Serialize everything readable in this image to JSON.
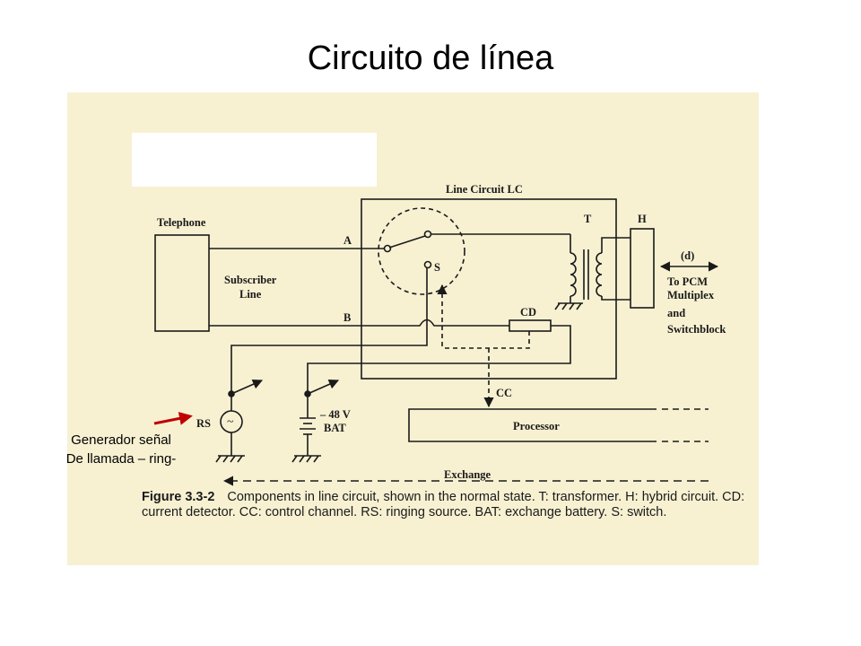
{
  "title": "Circuito de línea",
  "labels": {
    "line_circuit": "Line Circuit LC",
    "telephone": "Telephone",
    "subscriber_line_1": "Subscriber",
    "subscriber_line_2": "Line",
    "wire_a": "A",
    "wire_b": "B",
    "switch_s": "S",
    "transformer_t": "T",
    "hybrid_h": "H",
    "interface_d": "(d)",
    "to_pcm_1": "To PCM",
    "to_pcm_2": "Multiplex",
    "to_pcm_3": "and",
    "to_pcm_4": "Switchblock",
    "current_detector": "CD",
    "control_channel": "CC",
    "processor": "Processor",
    "ringing_source": "RS",
    "ringing_symbol": "~",
    "battery_voltage": "– 48 V",
    "battery": "BAT",
    "exchange": "Exchange"
  },
  "caption": {
    "figure": "Figure 3.3-2",
    "text": "Components in line circuit, shown in the normal state. T: transformer. H: hybrid circuit. CD: current detector. CC: control channel. RS: ringing source. BAT: exchange battery. S: switch."
  },
  "annotation": {
    "line1": "Generador señal",
    "line2": "De llamada – ring-"
  },
  "colors": {
    "page_background": "#ffffff",
    "scan_background": "#f7f1d2",
    "ink": "#1a1a1a",
    "annotation_arrow": "#c00000"
  }
}
